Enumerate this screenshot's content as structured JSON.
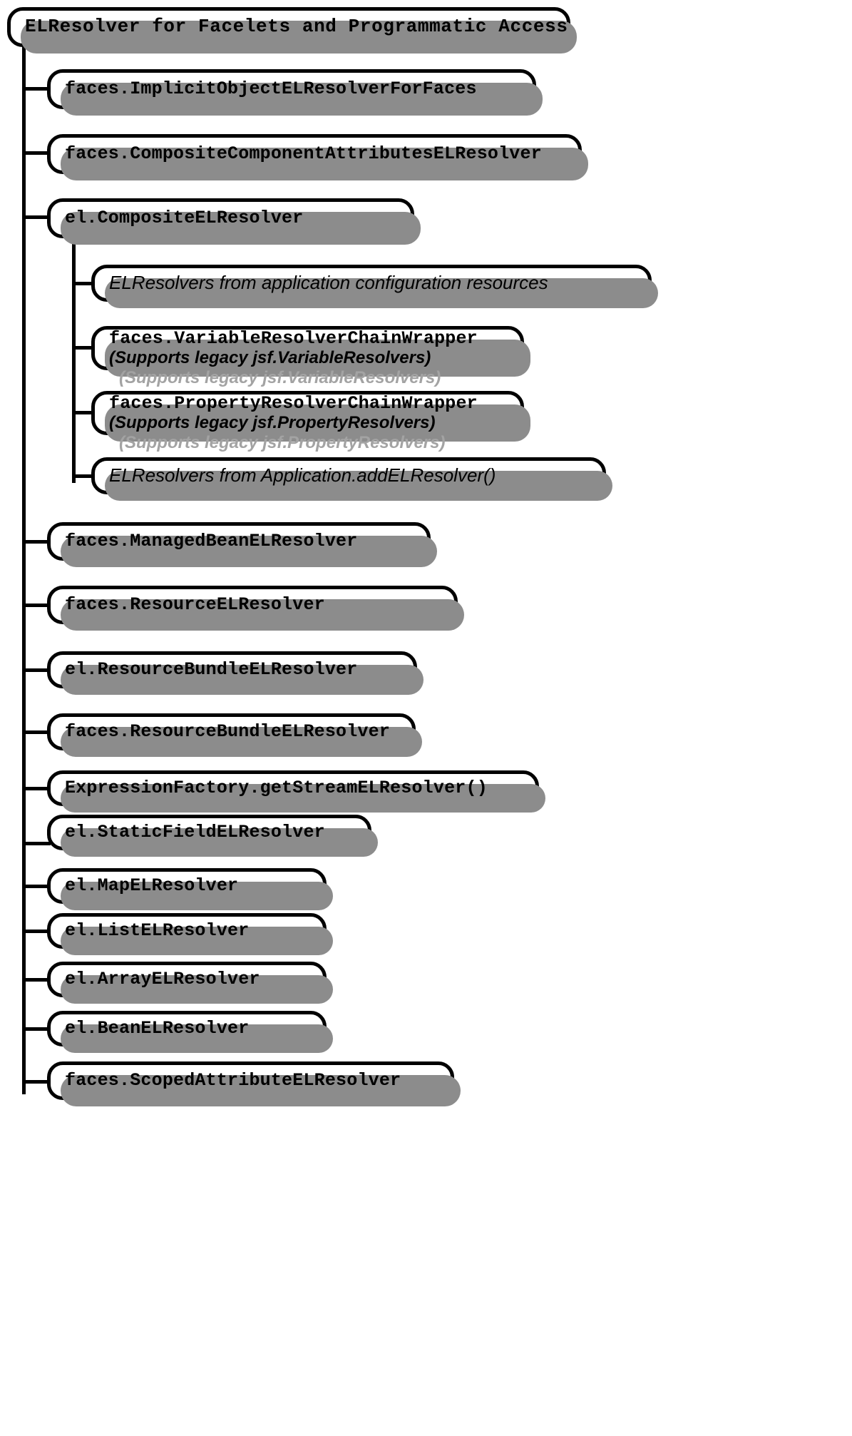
{
  "diagram": {
    "title": "ELResolver for Facelets and Programmatic Access",
    "type": "tree",
    "style": {
      "box_fill": "#ffffff",
      "box_border": "#000000",
      "shadow": "#8c8c8c",
      "text": "#000000",
      "background": "#ffffff"
    },
    "root": {
      "id": "title",
      "label": "ELResolver for Facelets and Programmatic Access",
      "text_style": "mono-bold"
    },
    "children": [
      {
        "id": "implicit-object",
        "label": "faces.ImplicitObjectELResolverForFaces",
        "text_style": "mono-bold"
      },
      {
        "id": "composite-component-attributes",
        "label": "faces.CompositeComponentAttributesELResolver",
        "text_style": "mono-bold"
      },
      {
        "id": "composite-el-resolver",
        "label": "el.CompositeELResolver",
        "text_style": "mono-bold",
        "children": [
          {
            "id": "from-app-config",
            "label": "ELResolvers from application configuration resources",
            "text_style": "italic"
          },
          {
            "id": "variable-resolver-chain-wrapper",
            "label": "faces.VariableResolverChainWrapper",
            "sublabel": "(Supports legacy jsf.VariableResolvers)",
            "text_style": "mono-bold",
            "sublabel_style": "italic-bold"
          },
          {
            "id": "property-resolver-chain-wrapper",
            "label": "faces.PropertyResolverChainWrapper",
            "sublabel": "(Supports legacy jsf.PropertyResolvers)",
            "text_style": "mono-bold",
            "sublabel_style": "italic-bold"
          },
          {
            "id": "from-add-el-resolver",
            "label": "ELResolvers from Application.addELResolver()",
            "text_style": "italic"
          }
        ]
      },
      {
        "id": "managed-bean",
        "label": "faces.ManagedBeanELResolver",
        "text_style": "mono-bold"
      },
      {
        "id": "faces-resource",
        "label": "faces.ResourceELResolver",
        "text_style": "mono-bold"
      },
      {
        "id": "el-resource-bundle",
        "label": "el.ResourceBundleELResolver",
        "text_style": "mono-bold"
      },
      {
        "id": "faces-resource-bundle",
        "label": "faces.ResourceBundleELResolver",
        "text_style": "mono-bold"
      },
      {
        "id": "stream-el-resolver",
        "label": "ExpressionFactory.getStreamELResolver()",
        "text_style": "mono-bold"
      },
      {
        "id": "static-field",
        "label": "el.StaticFieldELResolver",
        "text_style": "mono-bold"
      },
      {
        "id": "map",
        "label": "el.MapELResolver",
        "text_style": "mono-bold"
      },
      {
        "id": "list",
        "label": "el.ListELResolver",
        "text_style": "mono-bold"
      },
      {
        "id": "array",
        "label": "el.ArrayELResolver",
        "text_style": "mono-bold"
      },
      {
        "id": "bean",
        "label": "el.BeanELResolver",
        "text_style": "mono-bold"
      },
      {
        "id": "scoped-attribute",
        "label": "faces.ScopedAttributeELResolver",
        "text_style": "mono-bold"
      }
    ]
  }
}
